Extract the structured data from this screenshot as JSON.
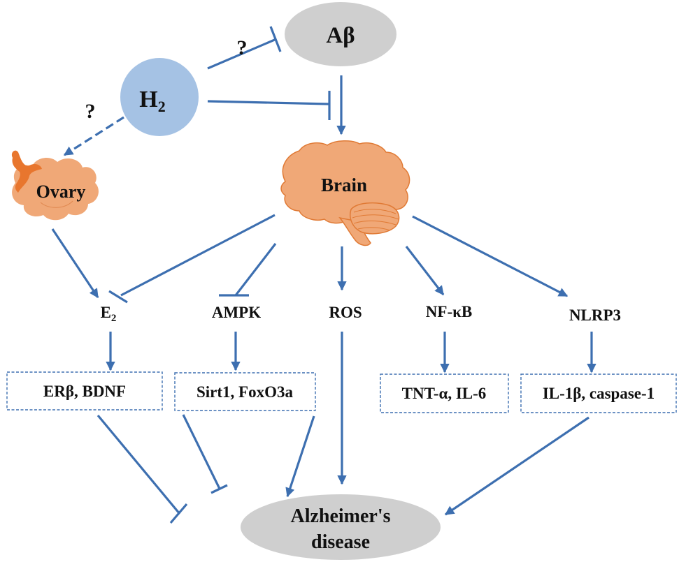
{
  "colors": {
    "edge": "#3d6fb0",
    "h2_fill": "#a5c2e4",
    "gray_fill": "#cfcfcf",
    "organ_fill": "#f0a877",
    "organ_stroke": "#e07a35",
    "organ_dark": "#e8762e"
  },
  "nodes": {
    "abeta": "Aβ",
    "h2": {
      "base": "H",
      "sub": "2"
    },
    "ovary": "Ovary",
    "brain": "Brain",
    "e2": {
      "base": "E",
      "sub": "2"
    },
    "ampk": "AMPK",
    "ros": "ROS",
    "nfkb": "NF-κB",
    "nlrp3": "NLRP3",
    "box_erb": "ERβ, BDNF",
    "box_sirt": "Sirt1, FoxO3a",
    "box_tnt": "TNT-α, IL-6",
    "box_il1": "IL-1β, caspase-1",
    "ad_line1": "Alzheimer's",
    "ad_line2": "disease"
  },
  "annotations": {
    "q_abeta": "?",
    "q_ovary": "?"
  },
  "edges": [
    {
      "from": "H2",
      "to": "Aβ",
      "type": "inhibit",
      "uncertain": true
    },
    {
      "from": "H2",
      "to": "Aβ→Brain",
      "type": "inhibit"
    },
    {
      "from": "H2",
      "to": "Ovary",
      "type": "activate",
      "dashed": true,
      "uncertain": true
    },
    {
      "from": "Aβ",
      "to": "Brain",
      "type": "activate"
    },
    {
      "from": "Ovary",
      "to": "E2",
      "type": "activate"
    },
    {
      "from": "Brain",
      "to": "E2",
      "type": "inhibit"
    },
    {
      "from": "Brain",
      "to": "AMPK",
      "type": "inhibit"
    },
    {
      "from": "Brain",
      "to": "ROS",
      "type": "activate"
    },
    {
      "from": "Brain",
      "to": "NF-κB",
      "type": "activate"
    },
    {
      "from": "Brain",
      "to": "NLRP3",
      "type": "activate"
    },
    {
      "from": "E2",
      "to": "ERβ, BDNF",
      "type": "activate"
    },
    {
      "from": "AMPK",
      "to": "Sirt1, FoxO3a",
      "type": "activate"
    },
    {
      "from": "NF-κB",
      "to": "TNT-α, IL-6",
      "type": "activate"
    },
    {
      "from": "NLRP3",
      "to": "IL-1β, caspase-1",
      "type": "activate"
    },
    {
      "from": "ERβ, BDNF",
      "to": "Alzheimer's disease",
      "type": "inhibit"
    },
    {
      "from": "Sirt1, FoxO3a",
      "to": "Alzheimer's disease",
      "type": "inhibit"
    },
    {
      "from": "ROS",
      "to": "Alzheimer's disease",
      "type": "activate"
    },
    {
      "from": "TNT-α, IL-6",
      "to": "Alzheimer's disease",
      "type": "activate"
    },
    {
      "from": "IL-1β, caspase-1",
      "to": "Alzheimer's disease",
      "type": "activate"
    }
  ]
}
